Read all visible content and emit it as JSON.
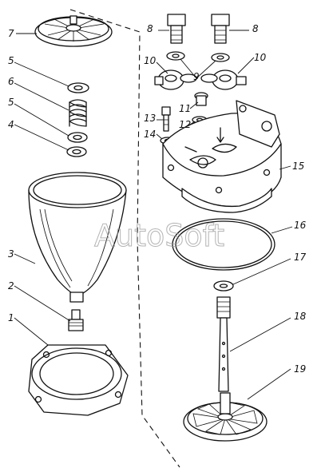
{
  "watermark": "AutoSoft",
  "callouts": {
    "c1": "1",
    "c2": "2",
    "c3": "3",
    "c4": "4",
    "c5a": "5",
    "c5b": "5",
    "c6": "6",
    "c7": "7",
    "c8a": "8",
    "c8b": "8",
    "c9": "9",
    "c10a": "10",
    "c10b": "10",
    "c11": "11",
    "c12": "12",
    "c13": "13",
    "c14": "14",
    "c15": "15",
    "c16": "16",
    "c17": "17",
    "c18": "18",
    "c19": "19"
  }
}
